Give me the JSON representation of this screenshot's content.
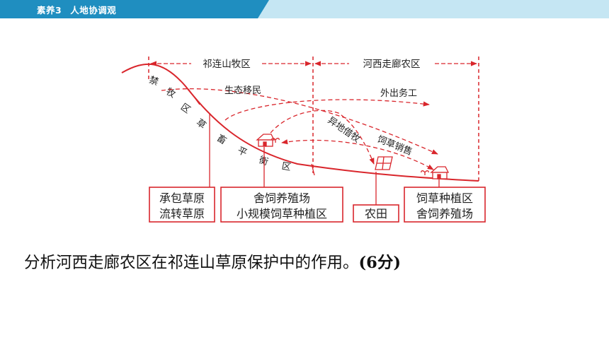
{
  "header": {
    "section_label": "素养3",
    "section_title": "人地协调观"
  },
  "diagram": {
    "regions": {
      "left": "祁连山牧区",
      "right": "河西走廊农区"
    },
    "slope_labels": {
      "grazing_ban_chars": [
        "禁",
        "牧",
        "区"
      ],
      "balance_chars": [
        "草",
        "畜",
        "平",
        "衡",
        "区"
      ]
    },
    "flows": {
      "ecological_migration": "生态移民",
      "labor_out": "外出务工",
      "off_site_grazing": "异地借牧",
      "forage_sales": "饲草销售"
    },
    "boxes": {
      "contract_grassland": [
        "承包草原",
        "流转草原"
      ],
      "feeding_small_scale": [
        "舍饲养殖场",
        "小规模饲草种植区"
      ],
      "farmland": [
        "农田"
      ],
      "forage_feeding": [
        "饲草种植区",
        "舍饲养殖场"
      ]
    },
    "colors": {
      "accent": "#d9262c",
      "header_dark": "#1f8ec0",
      "header_light": "#c5e6f3"
    }
  },
  "question": {
    "text": "分析河西走廊农区在祁连山草原保护中的作用。",
    "score": "(6分)"
  }
}
